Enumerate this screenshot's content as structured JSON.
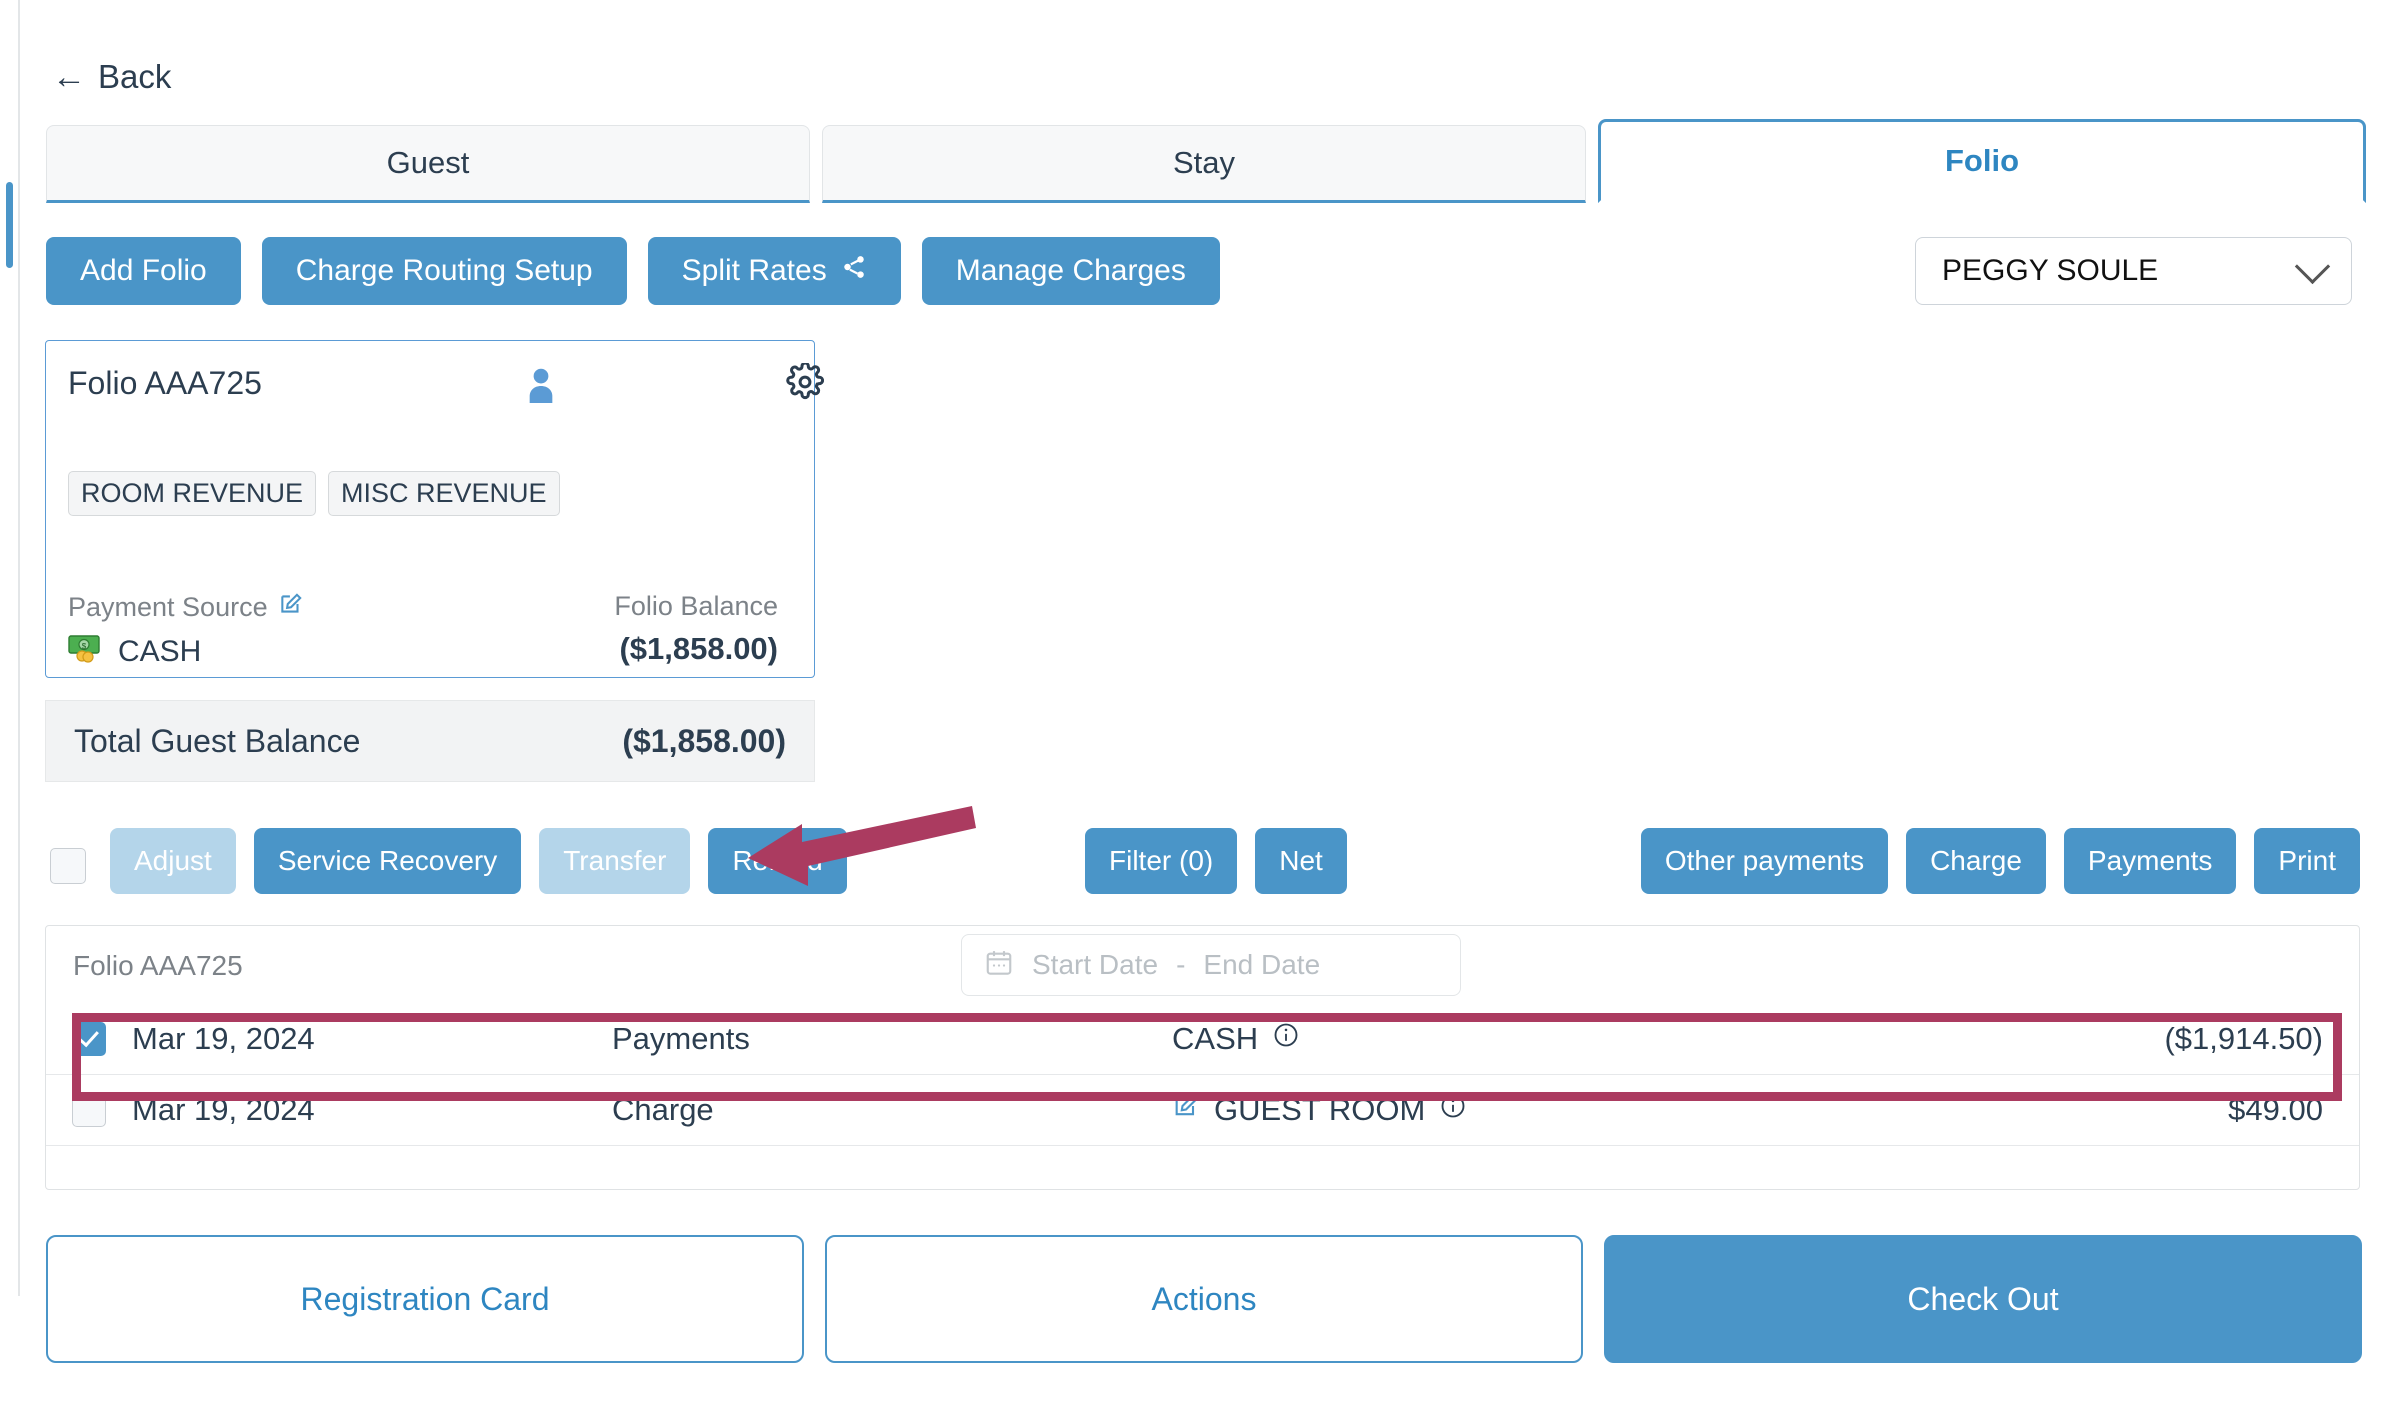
{
  "nav": {
    "back_label": "Back",
    "back_icon": "arrow-left-icon"
  },
  "tabs": [
    {
      "label": "Guest",
      "active": false
    },
    {
      "label": "Stay",
      "active": false
    },
    {
      "label": "Folio",
      "active": true
    }
  ],
  "actions": [
    {
      "label": "Add Folio",
      "icon": null
    },
    {
      "label": "Charge Routing Setup",
      "icon": null
    },
    {
      "label": "Split Rates",
      "icon": "share-icon"
    },
    {
      "label": "Manage Charges",
      "icon": null
    }
  ],
  "guest_select": {
    "value": "PEGGY SOULE",
    "icon": "chevron-down-icon"
  },
  "folio_card": {
    "title": "Folio AAA725",
    "person_icon": "person-icon",
    "gear_icon": "gear-icon",
    "tags": [
      "ROOM REVENUE",
      "MISC REVENUE"
    ],
    "payment_source_label": "Payment Source",
    "payment_source_edit_icon": "edit-icon",
    "payment_source_icon": "cash-icon",
    "payment_source_value": "CASH",
    "balance_label": "Folio Balance",
    "balance_value": "($1,858.00)"
  },
  "total_balance": {
    "label": "Total Guest Balance",
    "value": "($1,858.00)"
  },
  "toolbar": {
    "select_all_checked": false,
    "left": [
      {
        "label": "Adjust",
        "disabled": true
      },
      {
        "label": "Service Recovery",
        "disabled": false
      },
      {
        "label": "Transfer",
        "disabled": true
      },
      {
        "label": "Refund",
        "disabled": false
      }
    ],
    "middle": [
      {
        "label": "Filter (0)",
        "disabled": false
      },
      {
        "label": "Net",
        "disabled": false
      }
    ],
    "right": [
      {
        "label": "Other payments",
        "disabled": false
      },
      {
        "label": "Charge",
        "disabled": false
      },
      {
        "label": "Payments",
        "disabled": false
      },
      {
        "label": "Print",
        "disabled": false
      }
    ]
  },
  "table": {
    "folio_label": "Folio AAA725",
    "date_filter": {
      "calendar_icon": "calendar-icon",
      "start_placeholder": "Start Date",
      "separator": "-",
      "end_placeholder": "End Date"
    },
    "rows": [
      {
        "checked": true,
        "date": "Mar 19, 2024",
        "type": "Payments",
        "description": "CASH",
        "info_icon": "info-icon",
        "edit_icon": null,
        "amount": "($1,914.50)",
        "highlighted": true
      },
      {
        "checked": false,
        "date": "Mar 19, 2024",
        "type": "Charge",
        "description": "GUEST ROOM",
        "info_icon": "info-icon",
        "edit_icon": "edit-icon",
        "amount": "$49.00",
        "highlighted": false
      }
    ]
  },
  "footer": [
    {
      "label": "Registration Card",
      "primary": false
    },
    {
      "label": "Actions",
      "primary": false
    },
    {
      "label": "Check Out",
      "primary": true
    }
  ],
  "annotation": {
    "arrow_icon": "arrow-left-annotation",
    "arrow_color": "#ab3b60"
  },
  "colors": {
    "accent_blue": "#4a95c8",
    "accent_blue_text": "#2e86c1",
    "disabled_blue": "#b4d5ea",
    "highlight_magenta": "#ab3b60",
    "text_dark": "#2c3e50",
    "muted_gray": "#7c8288"
  }
}
